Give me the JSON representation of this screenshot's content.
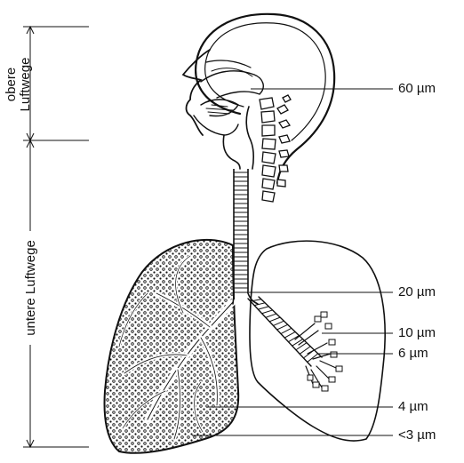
{
  "regions": {
    "upper": {
      "line1": "obere",
      "line2": "Luftwege"
    },
    "lower": {
      "label": "untere Luftwege"
    }
  },
  "measurements": [
    {
      "id": "nose",
      "label": "60 µm"
    },
    {
      "id": "trachea",
      "label": "20 µm"
    },
    {
      "id": "bronchi",
      "label": "10 µm"
    },
    {
      "id": "bronchioles",
      "label": "6 µm"
    },
    {
      "id": "terminal",
      "label": "4 µm"
    },
    {
      "id": "alveoli",
      "label": "<3 µm"
    }
  ],
  "colors": {
    "ink": "#111111",
    "paper": "#ffffff"
  }
}
